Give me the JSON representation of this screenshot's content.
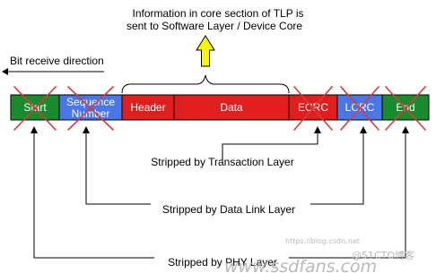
{
  "diagram": {
    "info_line1": "Information in core section of TLP is",
    "info_line2": "sent to Software Layer / Device Core",
    "bit_direction": "Bit receive direction",
    "segments": {
      "start": "Start",
      "seq_line1": "Sequence",
      "seq_line2": "Number",
      "header": "Header",
      "data": "Data",
      "ecrc": "ECRC",
      "lcrc": "LCRC",
      "end": "End"
    },
    "stripped_transaction": "Stripped by Transaction Layer",
    "stripped_datalink": "Stripped by Data Link Layer",
    "stripped_phy": "Stripped by PHY Layer",
    "watermark_url": "www.ssdfans.com",
    "watermark_blog": "@51CTO博客",
    "watermark_small": "https://blog.csdn.net",
    "colors": {
      "green": "#1a8a2e",
      "blue": "#4a76e8",
      "red": "#e01e1e",
      "cross": "#d73b3b",
      "arrow_yellow": "#f7f700"
    }
  }
}
